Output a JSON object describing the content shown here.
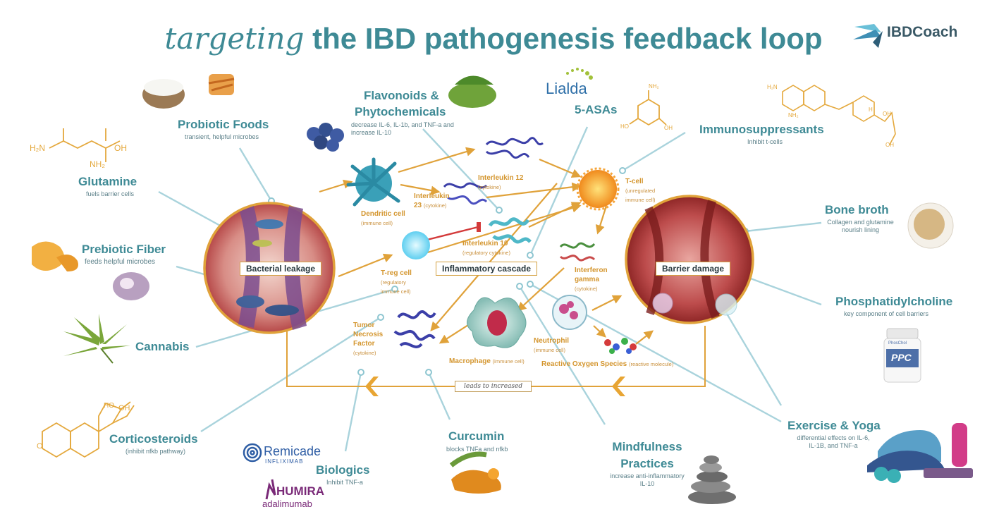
{
  "title": {
    "lead": "targeting",
    "rest": "the IBD pathogenesis feedback loop"
  },
  "logo": {
    "text": "IBDCoach"
  },
  "treatments": {
    "probiotic_foods": {
      "label": "Probiotic Foods",
      "desc": "transient, helpful microbes"
    },
    "glutamine": {
      "label": "Glutamine",
      "desc": "fuels barrier cells"
    },
    "prebiotic_fiber": {
      "label": "Prebiotic Fiber",
      "desc": "feeds helpful  microbes"
    },
    "cannabis": {
      "label": "Cannabis"
    },
    "corticosteroids": {
      "label": "Corticosteroids",
      "desc": "(inhibit nfkb pathway)"
    },
    "biologics": {
      "label": "Biologics",
      "desc": "Inhibit TNF-a"
    },
    "curcumin": {
      "label": "Curcumin",
      "desc": "blocks TNFa and nfkb"
    },
    "mindfulness": {
      "label_line1": "Mindfulness",
      "label_line2": "Practices",
      "desc_line1": "increase anti-inflammatory",
      "desc_line2": "IL-10"
    },
    "exercise": {
      "label": "Exercise & Yoga",
      "desc_line1": "differential effects on IL-6,",
      "desc_line2": "IL-1B, and TNF-a"
    },
    "phosphatidylcholine": {
      "label": "Phosphatidylcholine",
      "desc": "key component of cell barriers"
    },
    "bone_broth": {
      "label": "Bone broth",
      "desc_line1": "Collagen and glutamine",
      "desc_line2": "nourish lining"
    },
    "immunosuppressants": {
      "label": "Immunosuppressants",
      "desc": "Inhibit t-cells"
    },
    "five_asas": {
      "label": "5-ASAs"
    },
    "flavonoids": {
      "label_line1": "Flavonoids &",
      "label_line2": "Phytochemicals",
      "desc_line1": "decrease IL-6, IL-1b, and TNF-a and",
      "desc_line2": "increase IL-10"
    }
  },
  "brands": {
    "lialda": "Lialda",
    "remicade": "Remicade",
    "remicade_sub": "INFLIXIMAB",
    "humira": "HUMIRA",
    "humira_sub": "adalimumab",
    "ppc": "PPC",
    "ppc_top": "PhosChol"
  },
  "molecule_labels": {
    "h2n": "H₂N",
    "nh2": "NH₂",
    "oh": "OH",
    "o": "O",
    "ho": "HO",
    "h": "H"
  },
  "loop": {
    "bacterial_leakage": "Bacterial leakage",
    "inflammatory_cascade": "Inflammatory cascade",
    "barrier_damage": "Barrier damage",
    "leads_to": "leads to increased",
    "dendritic": {
      "name": "Dendritic cell",
      "desc": "(immune cell)"
    },
    "il12": {
      "name": "Interleukin 12",
      "desc": "(cytokine)"
    },
    "il23": {
      "name_line1": "Interleukin",
      "name_line2": "23",
      "desc": "(cytokine)"
    },
    "il10": {
      "name": "Interleukin 10",
      "desc": "(regulatory cytokine)"
    },
    "tcell": {
      "name": "T-cell",
      "desc_line1": "(unregulated",
      "desc_line2": "immune cell)"
    },
    "treg": {
      "name": "T-reg cell",
      "desc_line1": "(regulatory",
      "desc_line2": "immune cell)"
    },
    "interferon": {
      "name_line1": "Interferon",
      "name_line2": "gamma",
      "desc": "(cytokine)"
    },
    "tnf": {
      "name_line1": "Tumor",
      "name_line2": "Necrosis",
      "name_line3": "Factor",
      "desc": "(cytokine)"
    },
    "macrophage": {
      "name": "Macrophage",
      "desc": "(immune cell)"
    },
    "neutrophil": {
      "name": "Neutrophil",
      "desc": "(immune cell)"
    },
    "ros": {
      "name": "Reactive Oxygen Species",
      "desc": "(reactive molecule)"
    }
  },
  "colors": {
    "teal": "#3e8a95",
    "orange": "#d4962f",
    "line": "#a9d3dc",
    "tissue": "#b83a3a"
  }
}
